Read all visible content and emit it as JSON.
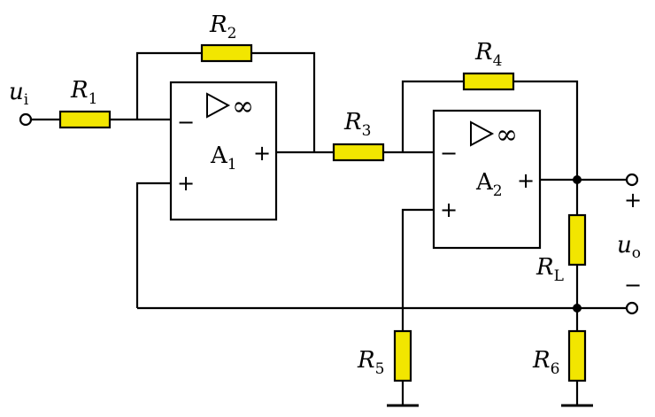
{
  "labels": {
    "input": "u",
    "input_sub": "i",
    "output": "u",
    "output_sub": "o",
    "r1": "R",
    "r1_sub": "1",
    "r2": "R",
    "r2_sub": "2",
    "r3": "R",
    "r3_sub": "3",
    "r4": "R",
    "r4_sub": "4",
    "r5": "R",
    "r5_sub": "5",
    "r6": "R",
    "r6_sub": "6",
    "rl": "R",
    "rl_sub": "L"
  },
  "amp1": {
    "name": "A",
    "sub": "1",
    "gain": "∞",
    "inv": "−",
    "noninv": "+",
    "out": "+"
  },
  "amp2": {
    "name": "A",
    "sub": "2",
    "gain": "∞",
    "inv": "−",
    "noninv": "+",
    "out": "+"
  },
  "output_terminal": {
    "plus": "+",
    "minus": "−"
  },
  "colors": {
    "resistor_fill": "#f2e600",
    "line": "#000000"
  }
}
